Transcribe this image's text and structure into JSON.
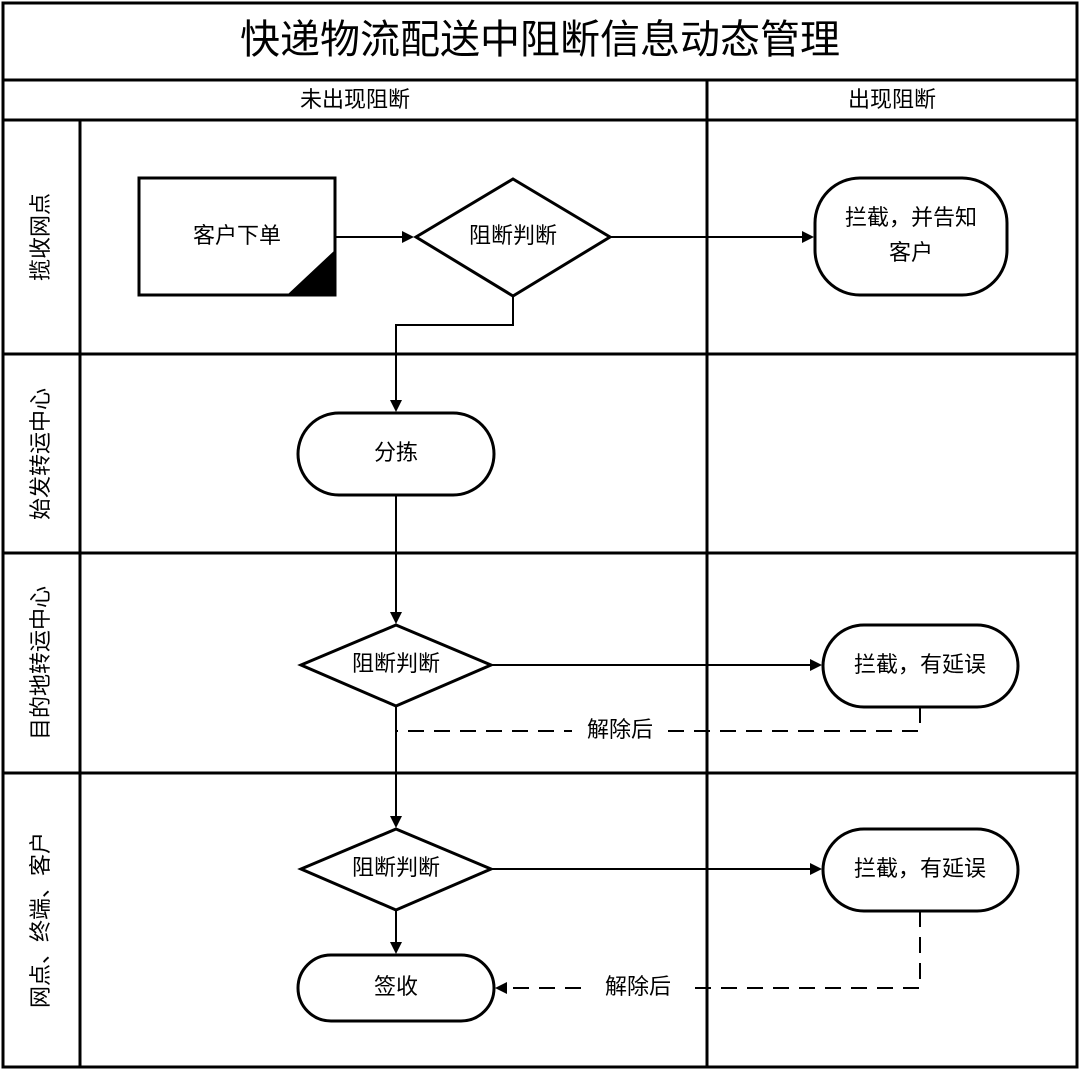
{
  "title": "快递物流配送中阻断信息动态管理",
  "columns": {
    "normal": "未出现阻断",
    "blocked": "出现阻断"
  },
  "lanes": {
    "pickup": "揽收网点",
    "origin": "始发转运中心",
    "destination": "目的地转运中心",
    "terminal": "网点、终端、客户"
  },
  "nodes": {
    "order": "客户下单",
    "check1": "阻断判断",
    "intercept1_line1": "拦截，并告知",
    "intercept1_line2": "客户",
    "sorting": "分拣",
    "check2": "阻断判断",
    "intercept2": "拦截，有延误",
    "check3": "阻断判断",
    "intercept3": "拦截，有延误",
    "signoff": "签收"
  },
  "edges": {
    "release1": "解除后",
    "release2": "解除后"
  }
}
